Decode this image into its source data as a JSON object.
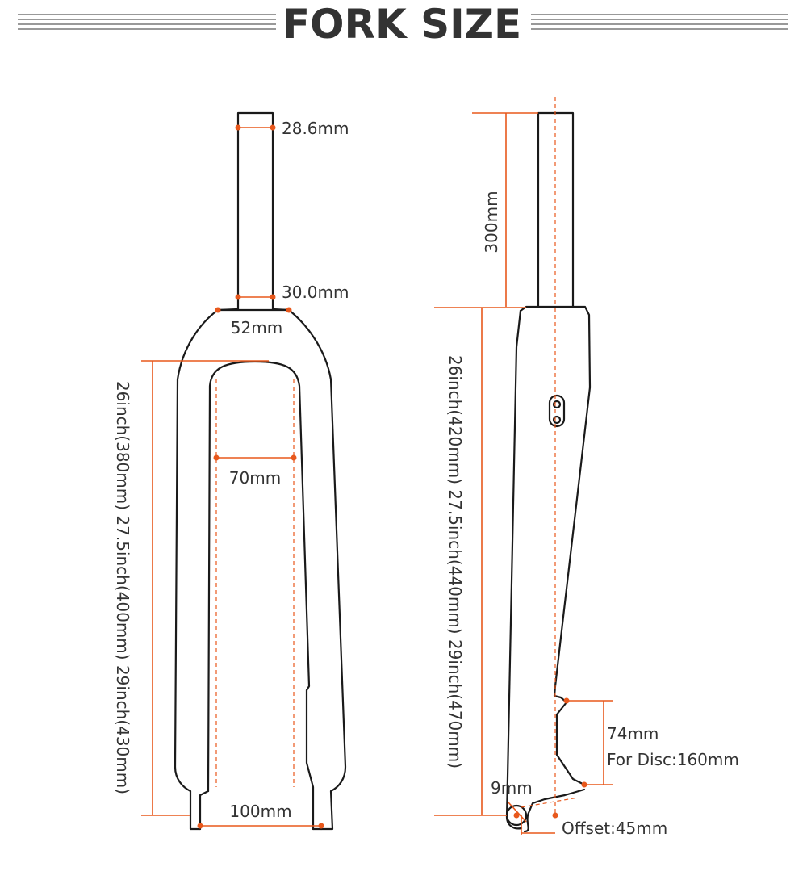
{
  "title": "FORK SIZE",
  "colors": {
    "accent": "#e8581c",
    "text": "#333333",
    "outline": "#1a1a1a"
  },
  "front_view": {
    "steerer_top_diameter": "28.6mm",
    "steerer_bottom_diameter": "30.0mm",
    "crown_width": "52mm",
    "tire_clearance": "70mm",
    "hub_spacing": "100mm",
    "axle_to_crown": "26inch(380mm) 27.5inch(400mm) 29inch(430mm)"
  },
  "side_view": {
    "steerer_length": "300mm",
    "axle_to_crown": "26inch(420mm) 27.5inch(440mm) 29inch(470mm)",
    "disc_mount_spacing": "74mm",
    "disc_rotor": "For Disc:160mm",
    "dropout": "9mm",
    "offset": "Offset:45mm"
  }
}
